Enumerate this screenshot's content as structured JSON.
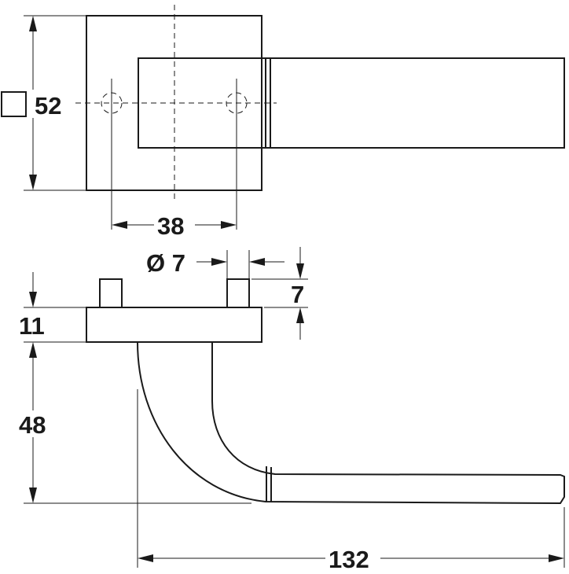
{
  "dimensions": {
    "square_spindle": "52",
    "hole_spacing": "38",
    "pin_diameter": "Ø 7",
    "pin_height": "7",
    "rose_thickness": "11",
    "lever_drop": "48",
    "lever_length": "132"
  },
  "colors": {
    "line": "#1a1a1a",
    "background": "#ffffff"
  }
}
